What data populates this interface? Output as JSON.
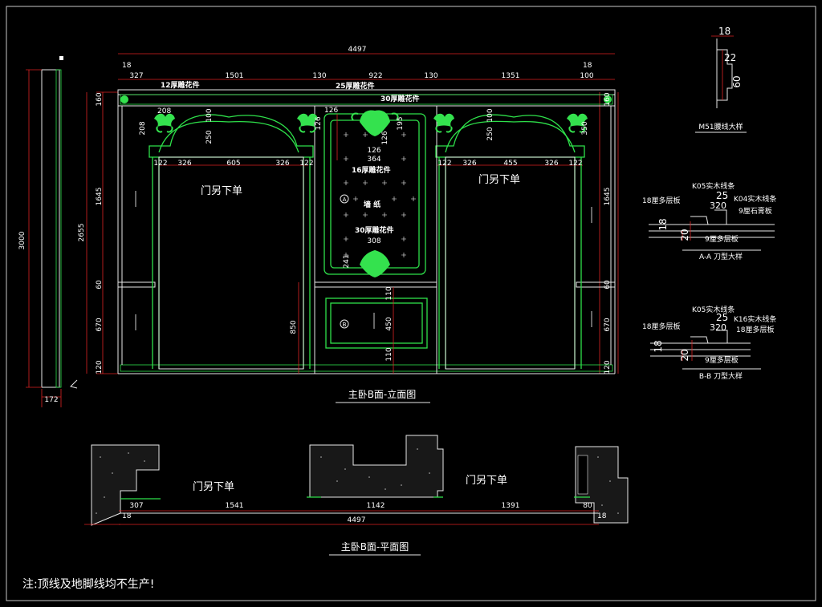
{
  "elevation": {
    "title": "主卧B面-立面图",
    "overall_width": "4497",
    "overall_height": "3000",
    "inner_height": "2655",
    "base_depth": "172",
    "top_dims": [
      "18",
      "327",
      "1501",
      "130",
      "922",
      "130",
      "1351",
      "100",
      "18"
    ],
    "left_dims": [
      "160",
      "1645",
      "60",
      "670",
      "120"
    ],
    "right_dims": [
      "160",
      "1645",
      "60",
      "670",
      "120"
    ],
    "door_left_dims": [
      "122",
      "326",
      "605",
      "326",
      "122"
    ],
    "door_right_dims": [
      "122",
      "326",
      "455",
      "326",
      "122"
    ],
    "small_dims": {
      "d208a": "208",
      "d208b": "208",
      "d100a": "100",
      "d250a": "250",
      "d100b": "100",
      "d250b": "250",
      "d350": "350",
      "d126a": "126",
      "d126b": "126",
      "d126c": "126",
      "d126d": "126",
      "d195": "195",
      "d364": "364",
      "d308": "308",
      "d241": "241",
      "d850": "850",
      "d110a": "110",
      "d450": "450",
      "d110b": "110"
    },
    "labels": {
      "carve12": "12厚雕花件",
      "carve25": "25厚雕花件",
      "carve30top": "30厚雕花件",
      "carve16": "16厚雕花件",
      "carve30bot": "30厚雕花件",
      "wallpaper": "墙 纸",
      "door_left": "门另下单",
      "door_right": "门另下单",
      "markA": "A",
      "markB": "B"
    }
  },
  "plan": {
    "title": "主卧B面-平面图",
    "dims": [
      "307",
      "1541",
      "1142",
      "1391",
      "80"
    ],
    "overall": "4497",
    "edge_left": "18",
    "edge_right": "18",
    "door_left": "门另下单",
    "door_right": "门另下单"
  },
  "details": {
    "m51": {
      "title": "M51腰线大样",
      "dims": [
        "18",
        "22",
        "60"
      ]
    },
    "aa": {
      "title": "A-A 刀型大样",
      "k05": "K05实木线条",
      "board18": "18厘多层板",
      "k04": "K04实木线条",
      "gypsum": "9厘石膏板",
      "board9": "9厘多层板",
      "dims": [
        "25",
        "320",
        "18",
        "20"
      ]
    },
    "bb": {
      "title": "B-B 刀型大样",
      "k05": "K05实木线条",
      "k16": "K16实木线条",
      "board18a": "18厘多层板",
      "board18b": "18厘多层板",
      "board9": "9厘多层板",
      "dims": [
        "25",
        "320",
        "18",
        "20"
      ]
    }
  },
  "note": "注:顶线及地脚线均不生产!",
  "colors": {
    "line": "#e8e8e8",
    "ornament": "#2ee04a",
    "dimension": "#d22222",
    "background": "#000000"
  }
}
